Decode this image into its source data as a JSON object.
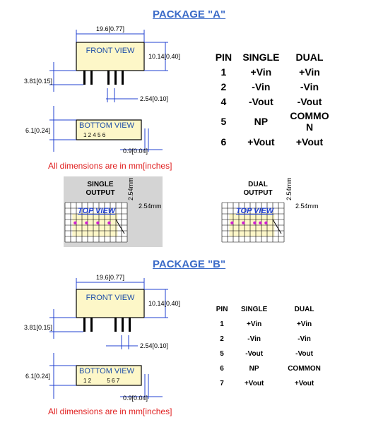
{
  "package_a": {
    "title": "PACKAGE \"A\"",
    "front_view": "FRONT VIEW",
    "bottom_view": "BOTTOM VIEW",
    "pin_numbers": "1 2   4 5 6",
    "dims": {
      "width": "19.6[0.77]",
      "height": "10.14[0.40]",
      "pin_len": "3.81[0.15]",
      "pitch": "2.54[0.10]",
      "depth": "6.1[0.24]",
      "pin_w": "0.9[0.04]"
    },
    "note": "All dimensions are in mm[inches]",
    "table": {
      "headers": [
        "PIN",
        "SINGLE",
        "DUAL"
      ],
      "rows": [
        [
          "1",
          "+Vin",
          "+Vin"
        ],
        [
          "2",
          "-Vin",
          "-Vin"
        ],
        [
          "4",
          "-Vout",
          "-Vout"
        ],
        [
          "5",
          "NP",
          "COMMON"
        ],
        [
          "6",
          "+Vout",
          "+Vout"
        ]
      ]
    }
  },
  "footprints": {
    "single_title": "SINGLE OUTPUT",
    "dual_title": "DUAL OUTPUT",
    "top_view": "TOP VIEW",
    "pitch_v": "2.54mm",
    "pitch_h": "2.54mm"
  },
  "package_b": {
    "title": "PACKAGE \"B\"",
    "front_view": "FRONT VIEW",
    "bottom_view": "BOTTOM VIEW",
    "pin_numbers": "1 2          5 6 7",
    "dims": {
      "width": "19.6[0.77]",
      "height": "10.14[0.40]",
      "pin_len": "3.81[0.15]",
      "pitch": "2.54[0.10]",
      "depth": "6.1[0.24]",
      "pin_w": "0.9[0.04]"
    },
    "note": "All dimensions are in mm[inches]",
    "table": {
      "headers": [
        "PIN",
        "SINGLE",
        "DUAL"
      ],
      "rows": [
        [
          "1",
          "+Vin",
          "+Vin"
        ],
        [
          "2",
          "-Vin",
          "-Vin"
        ],
        [
          "5",
          "-Vout",
          "-Vout"
        ],
        [
          "6",
          "NP",
          "COMMON"
        ],
        [
          "7",
          "+Vout",
          "+Vout"
        ]
      ]
    }
  },
  "colors": {
    "title_blue": "#3b6bc8",
    "body_yellow": "#fdf7c8",
    "note_red": "#e02020",
    "dim_blue": "#2040d0"
  }
}
